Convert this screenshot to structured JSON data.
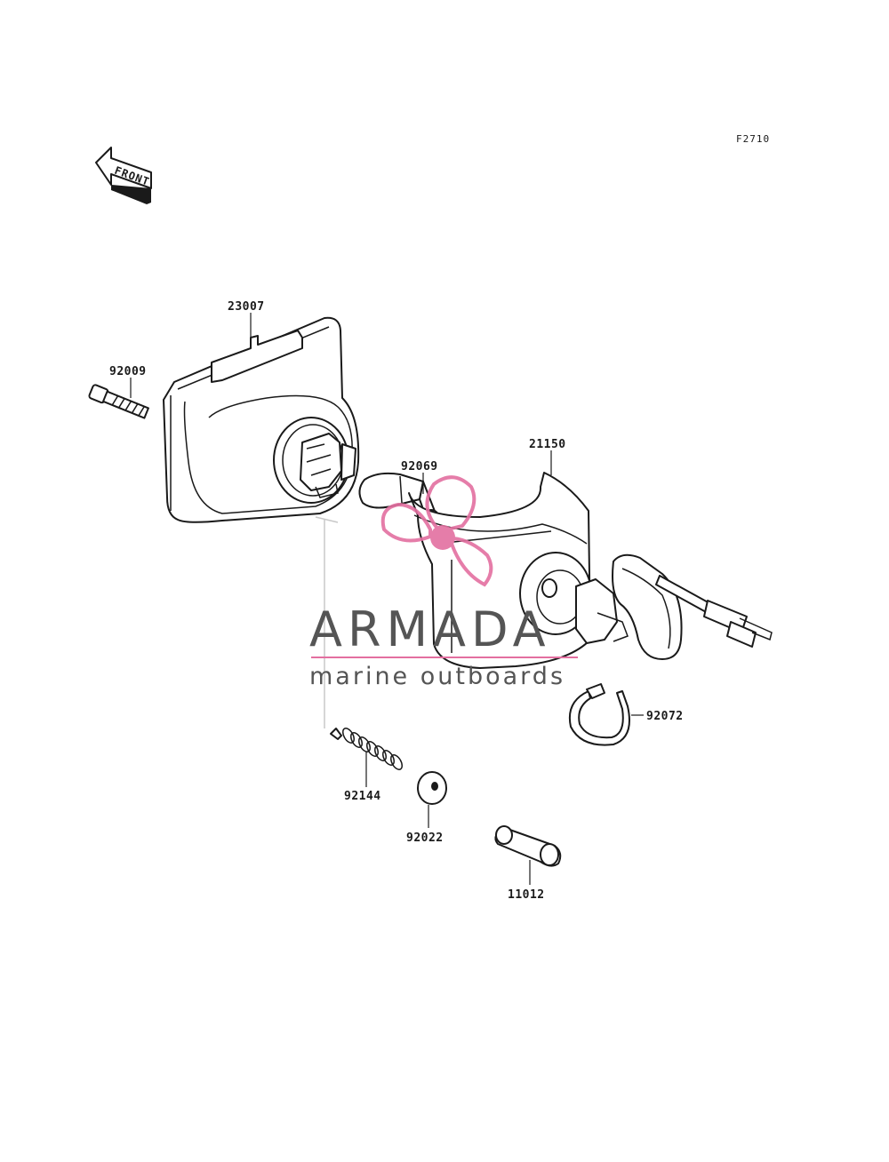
{
  "diagram": {
    "code": "F2710",
    "front_label": "FRONT",
    "parts": [
      {
        "id": "housing",
        "number": "23007"
      },
      {
        "id": "bolt",
        "number": "92009"
      },
      {
        "id": "bulb",
        "number": "92069"
      },
      {
        "id": "cover",
        "number": "21150"
      },
      {
        "id": "clamp",
        "number": "92072"
      },
      {
        "id": "spring",
        "number": "92144"
      },
      {
        "id": "washer",
        "number": "92022"
      },
      {
        "id": "collar",
        "number": "11012"
      }
    ]
  },
  "watermark": {
    "title": "ARMADA",
    "subtitle": "marine outboards",
    "color_dark": "#555555",
    "color_pink": "#e36fa0"
  }
}
